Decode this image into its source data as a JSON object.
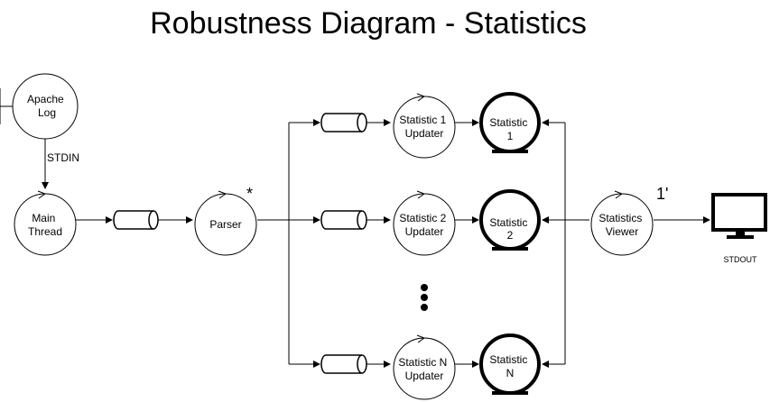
{
  "title": "Robustness Diagram - Statistics",
  "nodes": {
    "apache_log": [
      "Apache",
      "Log"
    ],
    "main_thread": [
      "Main",
      "Thread"
    ],
    "parser": [
      "Parser"
    ],
    "updater_1": [
      "Statistic 1",
      "Updater"
    ],
    "updater_2": [
      "Statistic 2",
      "Updater"
    ],
    "updater_n": [
      "Statistic N",
      "Updater"
    ],
    "entity_1": [
      "Statistic",
      "1"
    ],
    "entity_2": [
      "Statistic",
      "2"
    ],
    "entity_n": [
      "Statistic",
      "N"
    ],
    "viewer": [
      "Statistics",
      "Viewer"
    ],
    "stdout": "STDOUT"
  },
  "edge_labels": {
    "stdin": "STDIN"
  },
  "annotations": {
    "parser_multiplicity": "*",
    "viewer_multiplicity": "1'"
  },
  "colors": {
    "stroke": "#000000",
    "background": "#ffffff"
  }
}
